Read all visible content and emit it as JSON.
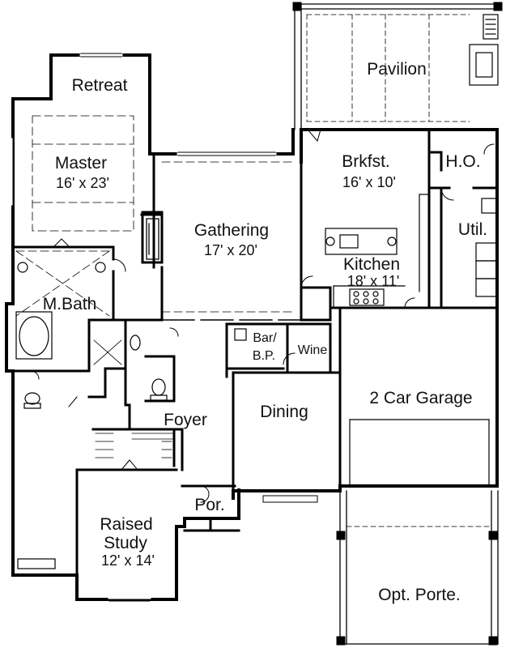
{
  "rooms": {
    "retreat": {
      "name": "Retreat"
    },
    "master": {
      "name": "Master",
      "size": "16' x 23'"
    },
    "pavilion": {
      "name": "Pavilion"
    },
    "gathering": {
      "name": "Gathering",
      "size": "17' x 20'"
    },
    "brkfst": {
      "name": "Brkfst.",
      "size": "16' x 10'"
    },
    "ho": {
      "name": "H.O."
    },
    "util": {
      "name": "Util."
    },
    "kitchen": {
      "name": "Kitchen",
      "size": "18' x 11'"
    },
    "mbath": {
      "name": "M.Bath"
    },
    "bar": {
      "name": "Bar/"
    },
    "bp": {
      "name": "B.P."
    },
    "wine": {
      "name": "Wine"
    },
    "garage": {
      "name": "2 Car Garage"
    },
    "foyer": {
      "name": "Foyer"
    },
    "dining": {
      "name": "Dining"
    },
    "por": {
      "name": "Por."
    },
    "study": {
      "line1": "Raised",
      "line2": "Study",
      "size": "12' x 14'"
    },
    "porte": {
      "name": "Opt. Porte."
    }
  }
}
